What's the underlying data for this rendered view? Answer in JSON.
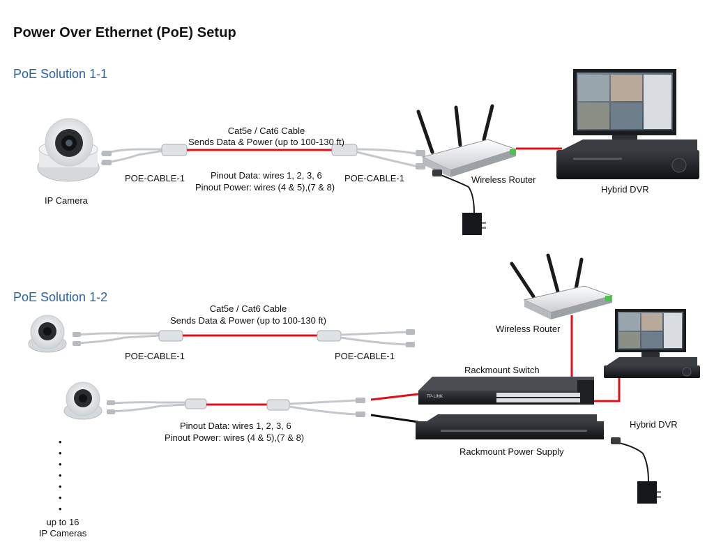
{
  "title": "Power Over Ethernet (PoE) Setup",
  "solution1": {
    "heading": "PoE Solution 1-1",
    "camera_label": "IP Camera",
    "cable_left_label": "POE-CABLE-1",
    "cable_right_label": "POE-CABLE-1",
    "cable_title": "Cat5e / Cat6 Cable",
    "cable_desc": "Sends Data & Power (up to 100-130 ft)",
    "pinout_data": "Pinout Data: wires 1, 2, 3, 6",
    "pinout_power": "Pinout Power: wires (4 & 5),(7 & 8)",
    "router_label": "Wireless Router",
    "dvr_label": "Hybrid DVR"
  },
  "solution2": {
    "heading": "PoE Solution 1-2",
    "cable_title": "Cat5e / Cat6 Cable",
    "cable_desc": "Sends Data & Power (up to 100-130 ft)",
    "cable_left_label": "POE-CABLE-1",
    "cable_right_label": "POE-CABLE-1",
    "pinout_data": "Pinout Data: wires 1, 2, 3, 6",
    "pinout_power": "Pinout Power: wires (4 & 5),(7 & 8)",
    "router_label": "Wireless Router",
    "switch_label": "Rackmount Switch",
    "switch_brand": "TP-LINK",
    "psu_label": "Rackmount Power Supply",
    "dvr_label": "Hybrid DVR",
    "cameras_line1": "up to 16",
    "cameras_line2": "IP Cameras"
  },
  "colors": {
    "heading_blue": "#2b63a8",
    "cable_red": "#e0101a",
    "cable_black": "#111111",
    "poe_grey": "#9aa0a6"
  }
}
